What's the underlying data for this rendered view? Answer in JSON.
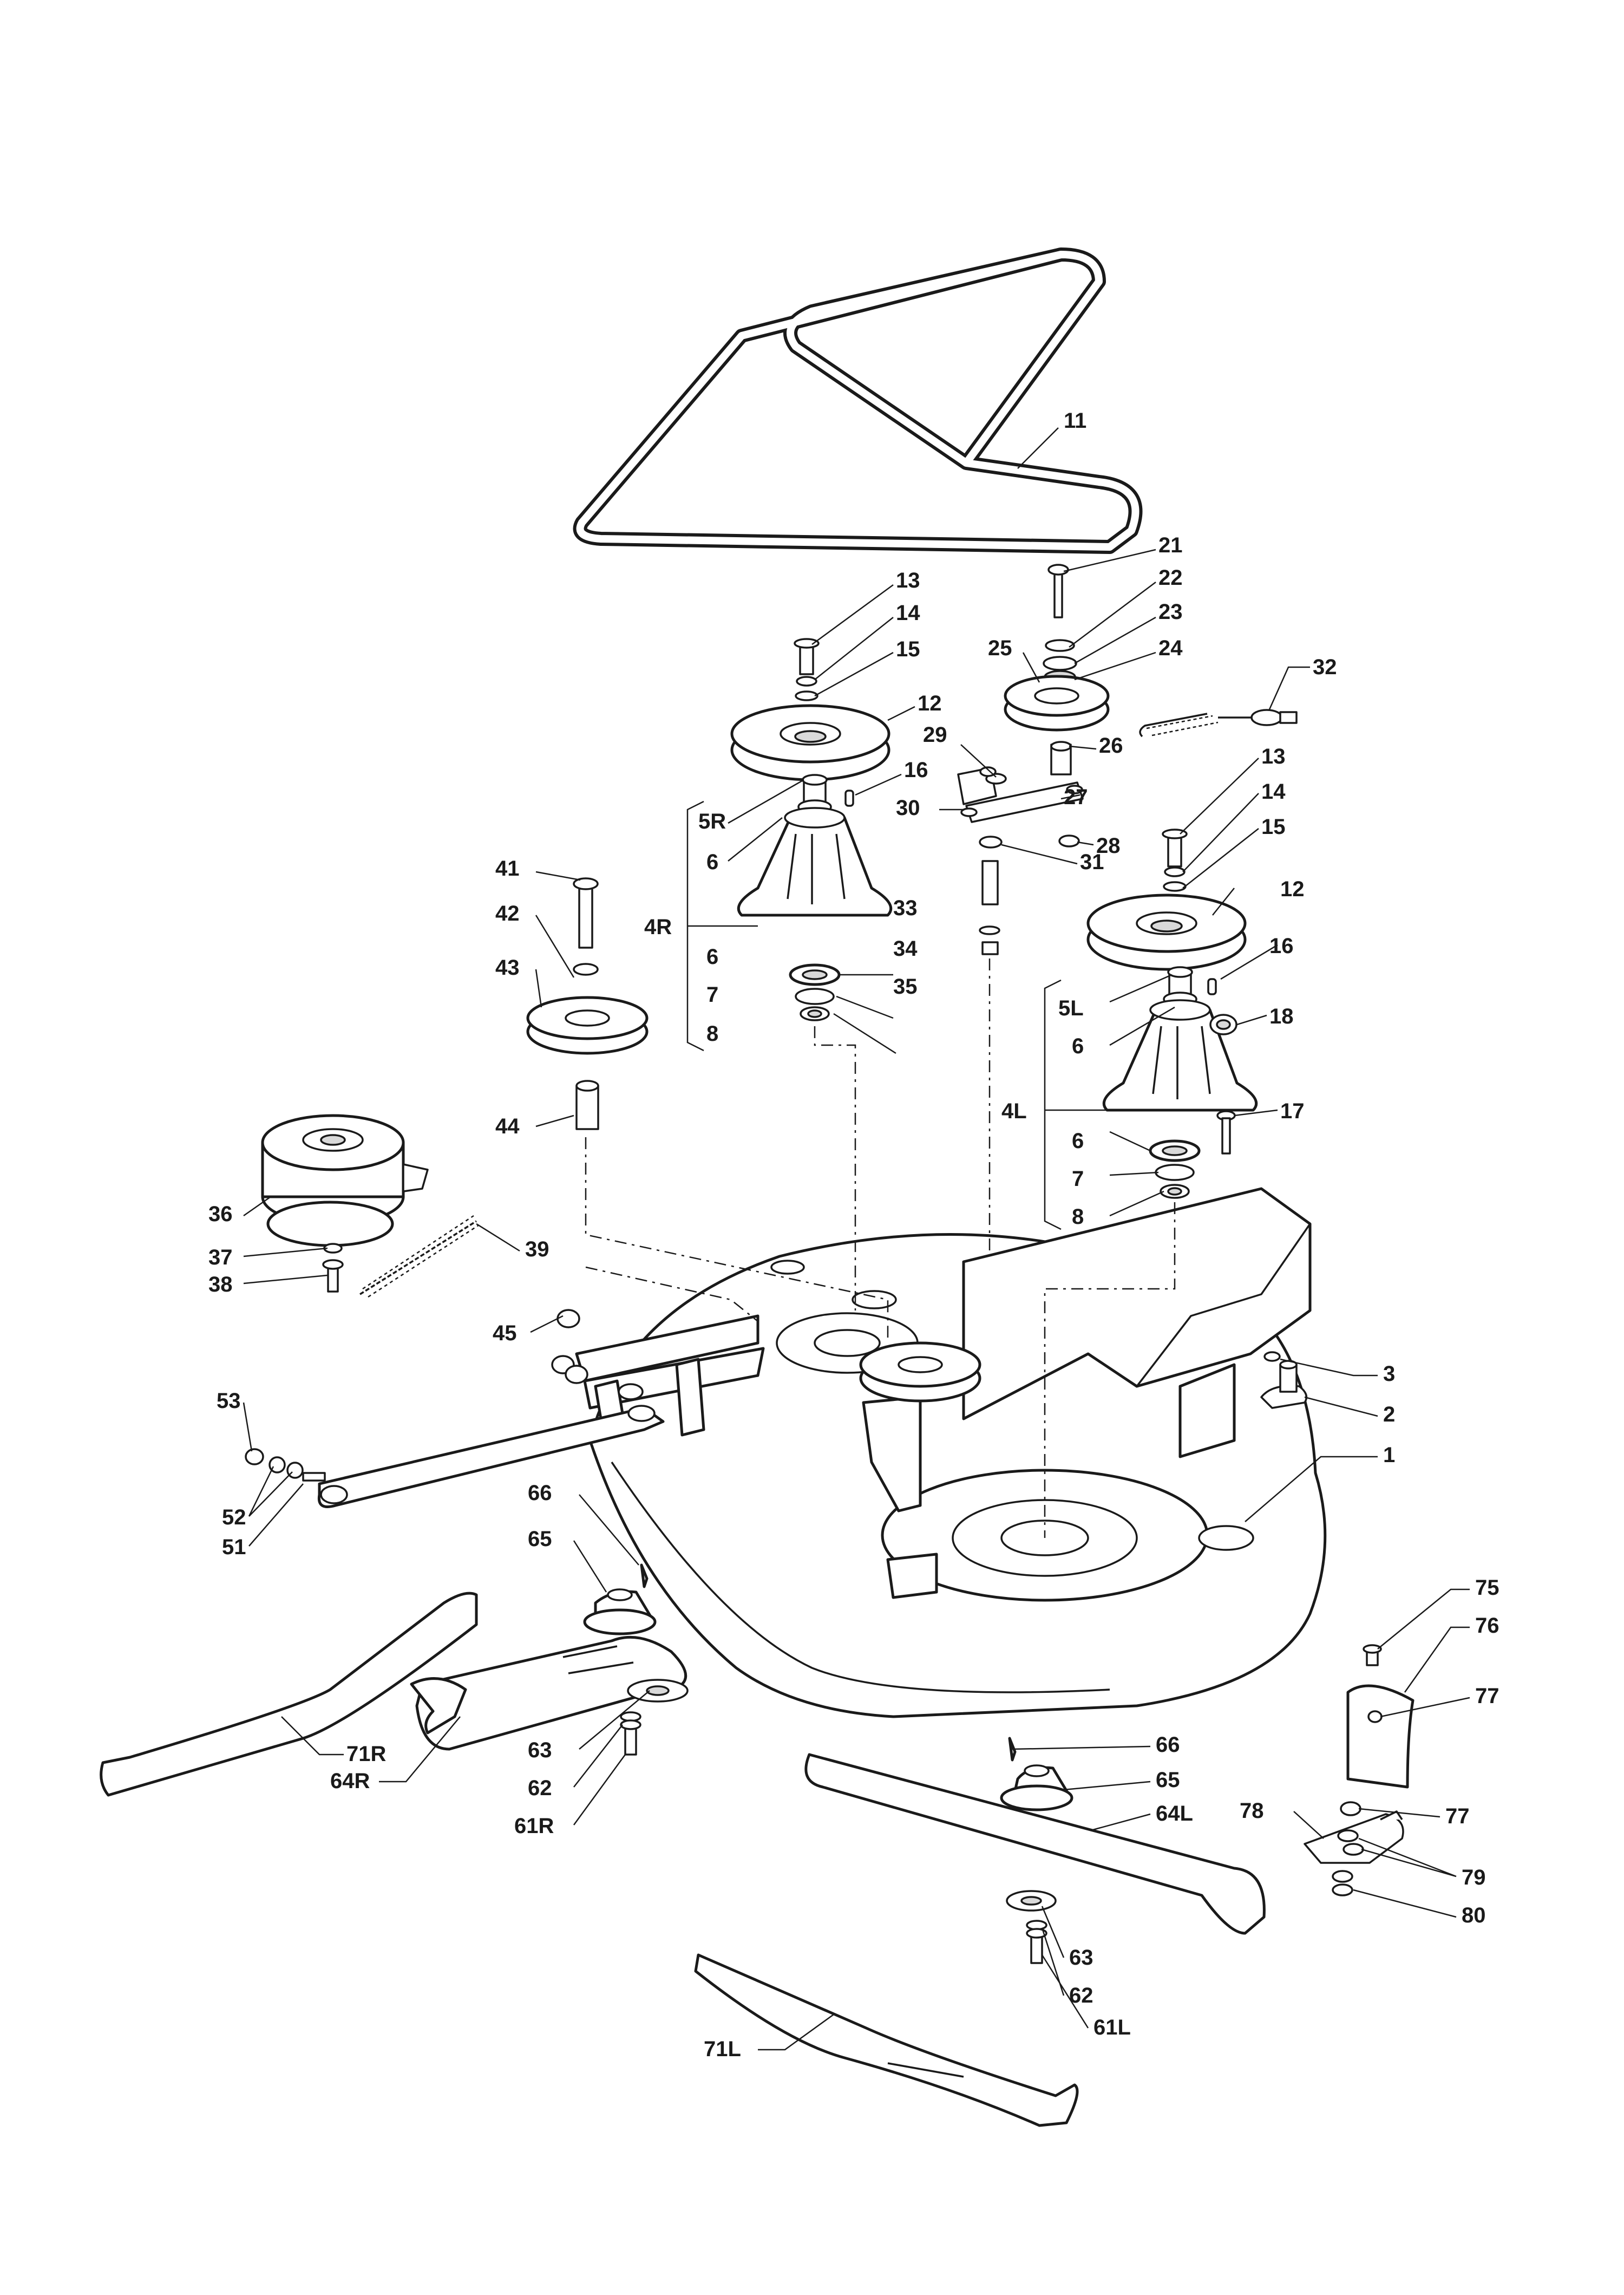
{
  "labels": [
    {
      "text": "11"
    },
    {
      "text": "21"
    },
    {
      "text": "22"
    },
    {
      "text": "23"
    },
    {
      "text": "24"
    },
    {
      "text": "25"
    },
    {
      "text": "32"
    },
    {
      "text": "13"
    },
    {
      "text": "14"
    },
    {
      "text": "15"
    },
    {
      "text": "12"
    },
    {
      "text": "29"
    },
    {
      "text": "26"
    },
    {
      "text": "16"
    },
    {
      "text": "5R"
    },
    {
      "text": "30"
    },
    {
      "text": "27"
    },
    {
      "text": "6"
    },
    {
      "text": "28"
    },
    {
      "text": "31"
    },
    {
      "text": "13"
    },
    {
      "text": "14"
    },
    {
      "text": "15"
    },
    {
      "text": "41"
    },
    {
      "text": "4R"
    },
    {
      "text": "33"
    },
    {
      "text": "42"
    },
    {
      "text": "12"
    },
    {
      "text": "6"
    },
    {
      "text": "34"
    },
    {
      "text": "43"
    },
    {
      "text": "7"
    },
    {
      "text": "35"
    },
    {
      "text": "16"
    },
    {
      "text": "8"
    },
    {
      "text": "5L"
    },
    {
      "text": "18"
    },
    {
      "text": "6"
    },
    {
      "text": "44"
    },
    {
      "text": "4L"
    },
    {
      "text": "17"
    },
    {
      "text": "6"
    },
    {
      "text": "36"
    },
    {
      "text": "7"
    },
    {
      "text": "8"
    },
    {
      "text": "37"
    },
    {
      "text": "39"
    },
    {
      "text": "38"
    },
    {
      "text": "45"
    },
    {
      "text": "3"
    },
    {
      "text": "53"
    },
    {
      "text": "2"
    },
    {
      "text": "1"
    },
    {
      "text": "52"
    },
    {
      "text": "51"
    },
    {
      "text": "66"
    },
    {
      "text": "65"
    },
    {
      "text": "75"
    },
    {
      "text": "76"
    },
    {
      "text": "77"
    },
    {
      "text": "63"
    },
    {
      "text": "71R"
    },
    {
      "text": "62"
    },
    {
      "text": "64R"
    },
    {
      "text": "66"
    },
    {
      "text": "61R"
    },
    {
      "text": "65"
    },
    {
      "text": "78"
    },
    {
      "text": "77"
    },
    {
      "text": "64L"
    },
    {
      "text": "79"
    },
    {
      "text": "80"
    },
    {
      "text": "63"
    },
    {
      "text": "62"
    },
    {
      "text": "71L"
    },
    {
      "text": "61L"
    }
  ]
}
